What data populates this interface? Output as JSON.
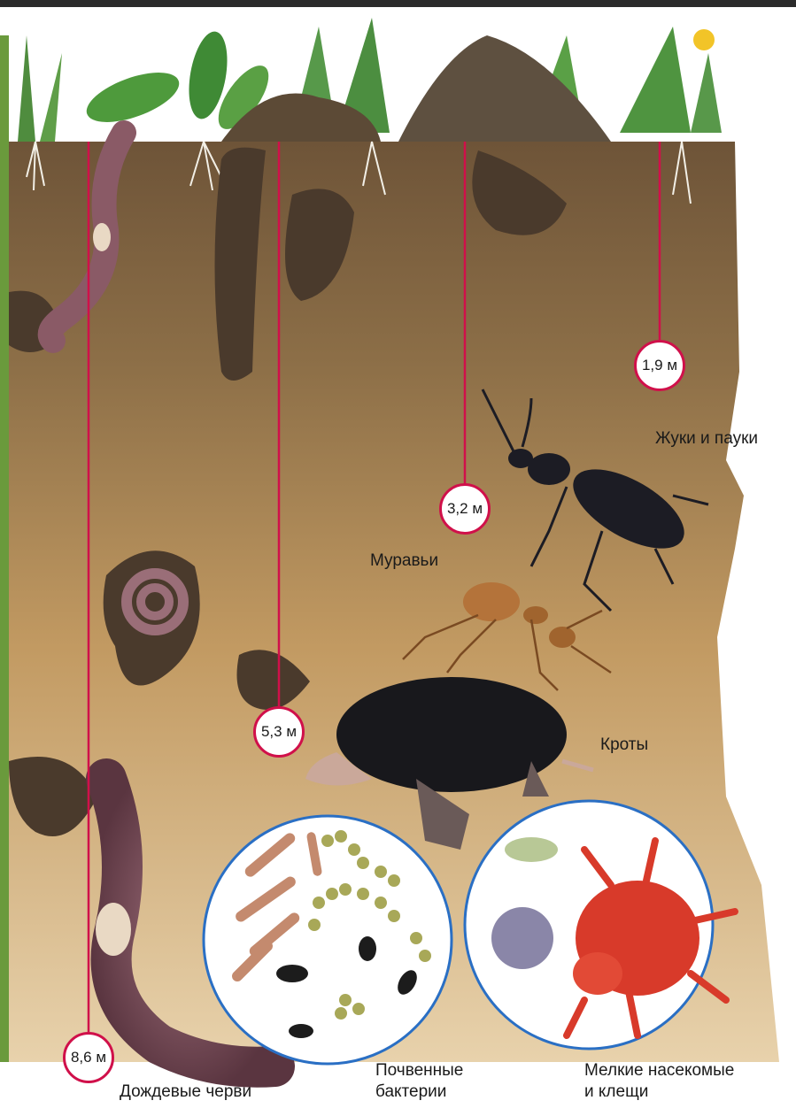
{
  "depths": {
    "beetles": "1,9 м",
    "ants": "3,2 м",
    "moles": "5,3 м",
    "worms": "8,6 м"
  },
  "labels": {
    "beetles_spiders": "Жуки и пауки",
    "ants": "Муравьи",
    "moles": "Кроты",
    "worms": "Дождевые черви",
    "bacteria_line1": "Почвенные",
    "bacteria_line2": "бактерии",
    "insects_line1": "Мелкие насекомые",
    "insects_line2": "и клещи"
  },
  "colors": {
    "depth_line": "#d0104a",
    "circle_border": "#2a6fc4",
    "soil_top": "#8a6a44",
    "soil_bottom": "#d9b98c",
    "grass": "#3c8c3a"
  }
}
